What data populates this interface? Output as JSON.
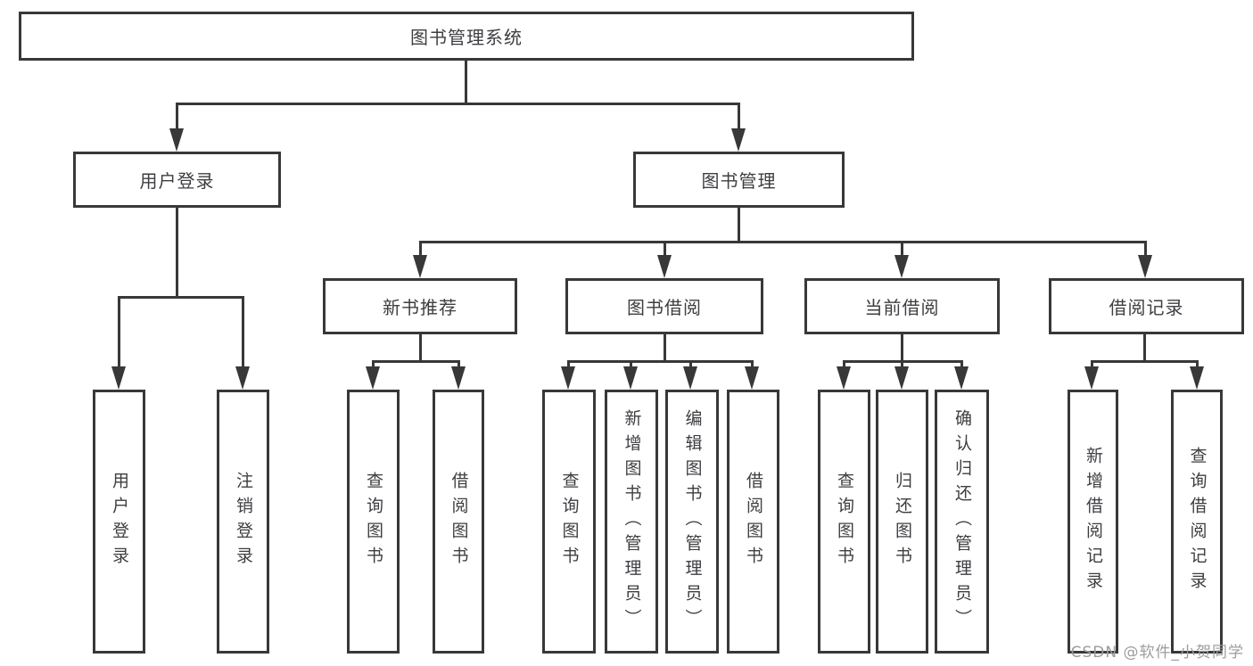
{
  "tree": {
    "label": "图书管理系统",
    "children": [
      {
        "label": "用户登录",
        "children": [
          {
            "label": "用户登录"
          },
          {
            "label": "注销登录"
          }
        ]
      },
      {
        "label": "图书管理",
        "children": [
          {
            "label": "新书推荐",
            "children": [
              {
                "label": "查询图书"
              },
              {
                "label": "借阅图书"
              }
            ]
          },
          {
            "label": "图书借阅",
            "children": [
              {
                "label": "查询图书"
              },
              {
                "label": "新增图书（管理员）"
              },
              {
                "label": "编辑图书（管理员）"
              },
              {
                "label": "借阅图书"
              }
            ]
          },
          {
            "label": "当前借阅",
            "children": [
              {
                "label": "查询图书"
              },
              {
                "label": "归还图书"
              },
              {
                "label": "确认归还（管理员）"
              }
            ]
          },
          {
            "label": "借阅记录",
            "children": [
              {
                "label": "新增借阅记录"
              },
              {
                "label": "查询借阅记录"
              }
            ]
          }
        ]
      }
    ]
  },
  "watermark": "CSDN @软件_小贺同学",
  "colors": {
    "line": "#383838",
    "text": "#3e3e42",
    "box_background": "#ffffff",
    "page_background": "#ffffff",
    "watermark": "#9c9c9c"
  }
}
